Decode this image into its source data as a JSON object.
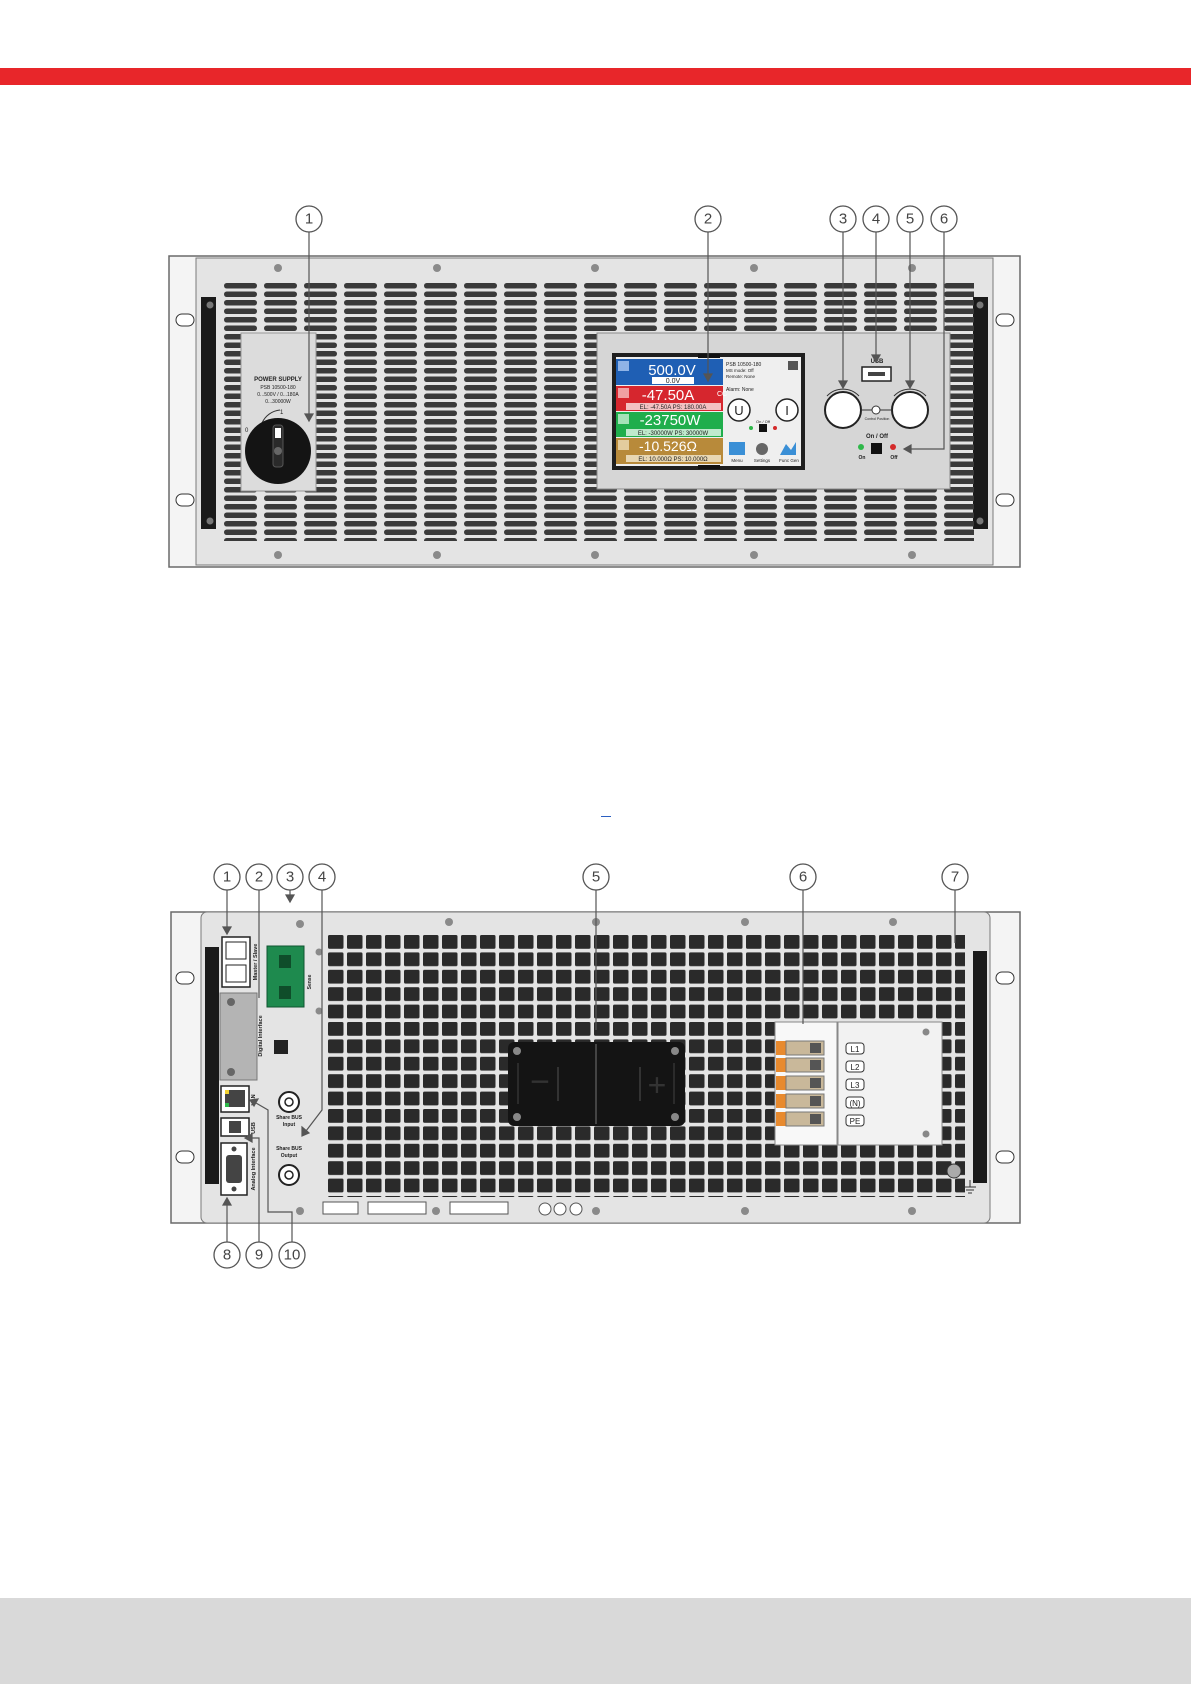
{
  "front_view": {
    "callouts": [
      "1",
      "2",
      "3",
      "4",
      "5",
      "6"
    ],
    "switch_panel": {
      "line1": "POWER SUPPLY",
      "line2": "PSB 10500-180",
      "line3": "0...500V / 0...180A",
      "line4": "0...30000W",
      "pos_off": "0",
      "pos_on": "1"
    },
    "display": {
      "voltage": "500.0V",
      "voltage_set": "0.0V",
      "current": "-47.50A",
      "current_mode": "CC",
      "current_limits": "EL: -47.50A  PS: 180.00A",
      "power": "-23750W",
      "power_limits": "EL: -30000W  PS: 30000W",
      "resistance": "-10.526Ω",
      "resistance_limits": "EL: 10.000Ω  PS: 10.000Ω",
      "model": "PSB 10500-180",
      "ms_mode": "MS mode: Off",
      "remote": "Remote: None",
      "alarm": "Alarm: None",
      "knob_u": "U",
      "knob_i": "I",
      "on_off_small": "On / Off",
      "menu": "Menu",
      "settings": "Settings",
      "funcgen": "Func Gen"
    },
    "controls": {
      "usb": "USB",
      "on_off": "On / Off",
      "on": "On",
      "off": "Off",
      "knob_label": "Control Position"
    }
  },
  "rear_view": {
    "callouts_top": [
      "1",
      "2",
      "3",
      "4",
      "5",
      "6",
      "7"
    ],
    "callouts_bottom": [
      "8",
      "9",
      "10"
    ],
    "labels": {
      "master_slave": "Master / Slave",
      "sense": "Sense",
      "digital_interface": "Digital Interface",
      "lan": "LAN",
      "usb": "USB",
      "analog_interface": "Analog Interface",
      "sharebus_input_1": "Share BUS",
      "sharebus_input_2": "Input",
      "sharebus_output_1": "Share BUS",
      "sharebus_output_2": "Output",
      "minus": "−",
      "plus": "+",
      "l1": "L1",
      "l2": "L2",
      "l3": "L3",
      "n": "(N)",
      "pe": "PE"
    }
  }
}
